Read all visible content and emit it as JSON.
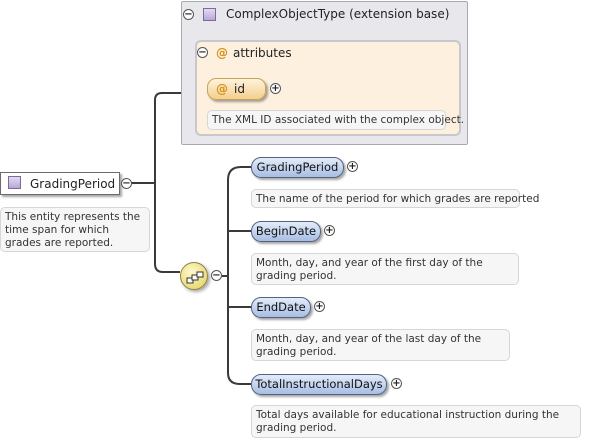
{
  "extension_base": {
    "title": "ComplexObjectType (extension base)",
    "attributes_label": "attributes",
    "attribute": {
      "name": "id",
      "documentation": "The XML ID associated with the complex object."
    }
  },
  "root": {
    "name": "GradingPeriod",
    "documentation": "This entity represents the time span for which grades are reported."
  },
  "elements": [
    {
      "name": "GradingPeriod",
      "documentation": "The name of the period for which grades are reported"
    },
    {
      "name": "BeginDate",
      "documentation": "Month, day, and year of the first day of the grading period."
    },
    {
      "name": "EndDate",
      "documentation": "Month, day, and year of the last day of the grading period."
    },
    {
      "name": "TotalInstructionalDays",
      "documentation": "Total days available for educational instruction during the grading period."
    }
  ],
  "icons": {
    "collapse": "minus",
    "expand": "plus",
    "attribute_symbol": "@"
  },
  "colors": {
    "element_fill": "#a7bde3",
    "attribute_fill": "#f4cf8f",
    "complex_type_icon": "#b9a8d8",
    "sequence_compositor": "#e9dc7a"
  }
}
